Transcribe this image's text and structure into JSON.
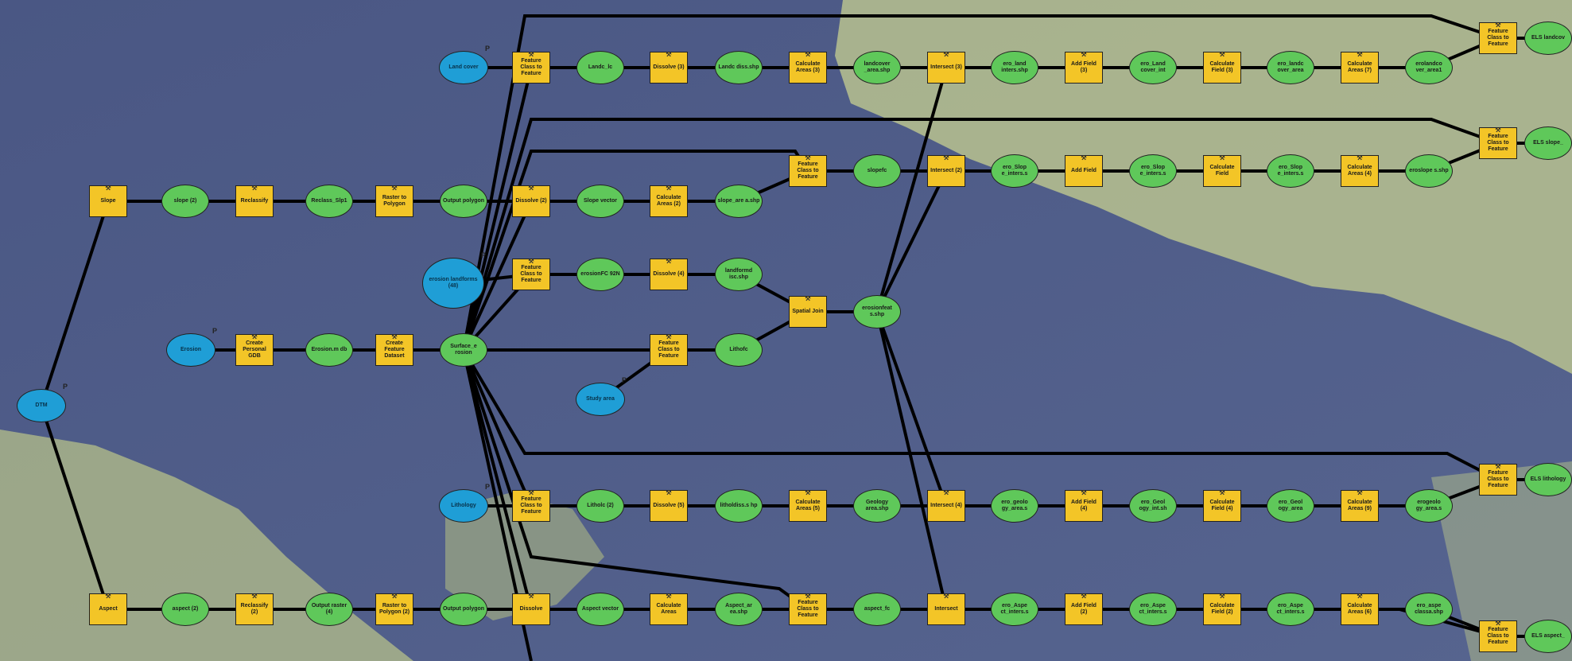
{
  "colors": {
    "tool": "#f3c527",
    "derived_data": "#5fc85a",
    "input_data": "#1f9ed6",
    "connector": "#000000"
  },
  "diagram": {
    "nodes": {
      "dtm": "DTM",
      "slope": "Slope",
      "slope2": "slope (2)",
      "reclassify": "Reclassify",
      "reclass_slp1": "Reclass_Slp1",
      "raster_to_polygon": "Raster to Polygon",
      "output_polygon": "Output polygon",
      "aspect": "Aspect",
      "aspect2": "aspect (2)",
      "reclassify2": "Reclassify (2)",
      "output_raster4": "Output raster (4)",
      "raster_to_polygon2": "Raster to Polygon (2)",
      "output_polygon2": "Output polygon",
      "erosion": "Erosion",
      "create_personal_gdb": "Create Personal GDB",
      "erosion_mdb": "Erosion.m db",
      "create_feature_dataset": "Create Feature Dataset",
      "surface_erosion": "Surface_e rosion",
      "land_cover": "Land cover",
      "fc_to_feature_lc": "Feature Class to Feature",
      "landc_lc": "Landc_lc",
      "dissolve3": "Dissolve (3)",
      "landc_diss": "Landc diss.shp",
      "calculate_areas3": "Calculate Areas (3)",
      "landcover_area": "landcover _area.shp",
      "intersect3": "Intersect (3)",
      "ero_land_inters": "ero_land inters.shp",
      "add_field3": "Add Field (3)",
      "ero_land_cover_int": "ero_Land cover_int",
      "calculate_field3": "Calculate Field (3)",
      "ero_landcover_area": "ero_landc over_area",
      "calculate_areas7": "Calculate Areas (7)",
      "erolandcover_area1": "erolandco ver_area1",
      "fc_to_feature_els1": "Feature Class to Feature",
      "els_landcover": "ELS landcov",
      "dissolve2": "Dissolve (2)",
      "slope_vector": "Slope vector",
      "calculate_areas2": "Calculate Areas (2)",
      "slope_area": "slope_are a.shp",
      "fc_to_feature_slope": "Feature Class to Feature",
      "slopefc": "slopefc",
      "intersect2": "Intersect (2)",
      "ero_slope_inters": "ero_Slop e_inters.s",
      "add_field": "Add Field",
      "ero_slope_inters2": "ero_Slop e_inters.s",
      "calculate_field": "Calculate Field",
      "ero_slope_inters3": "ero_Slop e_inters.s",
      "calculate_areas4": "Calculate Areas (4)",
      "eroslope_s": "eroslope s.shp",
      "fc_to_feature_els2": "Feature Class to Feature",
      "els_slope": "ELS slope_",
      "erosion_landforms": "erosion landforms (48)",
      "fc_to_feature_ero": "Feature Class to Feature",
      "erosion_fc": "erosionFC 92N",
      "dissolve4": "Dissolve (4)",
      "landforms_dissolve": "landformd isc.shp",
      "spatial_join": "Spatial Join",
      "erosionfeat": "erosionfeat s.shp",
      "fc_to_feature_study": "Feature Class to Feature",
      "lithofc": "Lithofc",
      "study_area": "Study area",
      "lithology": "Lithology",
      "fc_to_feature_lith": "Feature Class to Feature",
      "litholc2": "Litholc (2)",
      "dissolve5": "Dissolve (5)",
      "litholdiss": "litholdiss.s hp",
      "calculate_areas5": "Calculate Areas (5)",
      "geology_area": "Geology area.shp",
      "intersect4": "Intersect (4)",
      "ero_geology_area": "ero_geolo gy_area.s",
      "add_field4": "Add Field (4)",
      "ero_geology_int": "ero_Geol ogy_int.sh",
      "calculate_field4": "Calculate Field (4)",
      "ero_geology_area2": "ero_Geol ogy_area",
      "calculate_areas9": "Calculate Areas (9)",
      "erogeology_area": "erogeolo gy_area.s",
      "fc_to_feature_els3": "Feature Class to Feature",
      "els_lithology": "ELS lithology",
      "dissolve": "Dissolve",
      "aspect_vector": "Aspect vector",
      "calculate_areas": "Calculate Areas",
      "aspect_area": "Aspect_ar ea.shp",
      "fc_to_feature_aspect": "Feature Class to Feature",
      "aspect_fc": "aspect_fc",
      "intersect": "Intersect",
      "ero_aspect_inters": "ero_Aspe ct_inters.s",
      "add_field2": "Add Field (2)",
      "ero_aspect_inters2": "ero_Aspe ct_inters.s",
      "calculate_field2": "Calculate Field (2)",
      "ero_aspect_inters3": "ero_Aspe ct_inters.s",
      "calculate_areas6": "Calculate Areas (6)",
      "ero_aspect_class": "ero_aspe classa.shp",
      "fc_to_feature_els4": "Feature Class to Feature",
      "els_aspect": "ELS aspect_"
    }
  }
}
